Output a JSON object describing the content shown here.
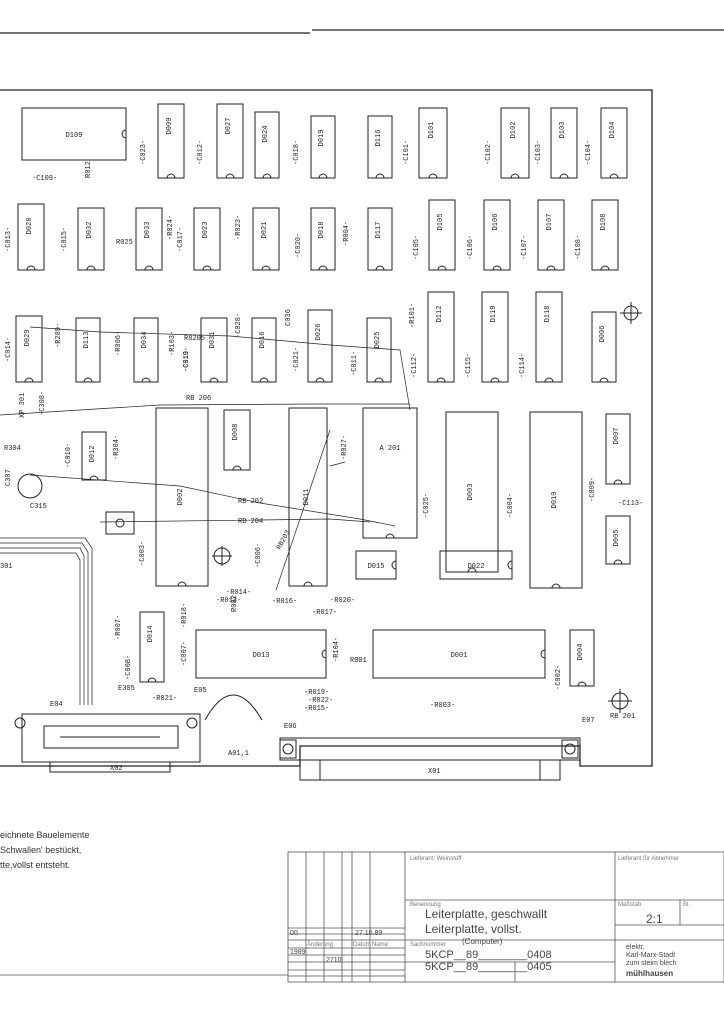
{
  "board": {
    "chips": [
      {
        "id": "D109",
        "label": "D109"
      },
      {
        "id": "D009",
        "label": "D009"
      },
      {
        "id": "D027",
        "label": "D027"
      },
      {
        "id": "D024",
        "label": "D024"
      },
      {
        "id": "D019",
        "label": "D019"
      },
      {
        "id": "D116",
        "label": "D116"
      },
      {
        "id": "D101",
        "label": "D101"
      },
      {
        "id": "D102",
        "label": "D102"
      },
      {
        "id": "D103",
        "label": "D103"
      },
      {
        "id": "D104",
        "label": "D104"
      },
      {
        "id": "D028",
        "label": "D028"
      },
      {
        "id": "D032",
        "label": "D032"
      },
      {
        "id": "D033",
        "label": "D033"
      },
      {
        "id": "D023",
        "label": "D023"
      },
      {
        "id": "D021",
        "label": "D021"
      },
      {
        "id": "D018",
        "label": "D018"
      },
      {
        "id": "D117",
        "label": "D117"
      },
      {
        "id": "D105",
        "label": "D105"
      },
      {
        "id": "D106",
        "label": "D106"
      },
      {
        "id": "D107",
        "label": "D107"
      },
      {
        "id": "D108",
        "label": "D108"
      },
      {
        "id": "D029",
        "label": "D029"
      },
      {
        "id": "D113",
        "label": "D113"
      },
      {
        "id": "D034",
        "label": "D034"
      },
      {
        "id": "D031",
        "label": "D031"
      },
      {
        "id": "D016",
        "label": "D016"
      },
      {
        "id": "D026",
        "label": "D026"
      },
      {
        "id": "D025",
        "label": "D025"
      },
      {
        "id": "D112",
        "label": "D112"
      },
      {
        "id": "D119",
        "label": "D119"
      },
      {
        "id": "D118",
        "label": "D118"
      },
      {
        "id": "D006",
        "label": "D006"
      },
      {
        "id": "D012",
        "label": "D012"
      },
      {
        "id": "D008",
        "label": "D008"
      },
      {
        "id": "D002",
        "label": "D002"
      },
      {
        "id": "D011",
        "label": "D011"
      },
      {
        "id": "A201",
        "label": "A 201"
      },
      {
        "id": "D003",
        "label": "D003"
      },
      {
        "id": "D010",
        "label": "D010"
      },
      {
        "id": "D007",
        "label": "D007"
      },
      {
        "id": "D005",
        "label": "D005"
      },
      {
        "id": "D015",
        "label": "D015"
      },
      {
        "id": "D022",
        "label": "D022"
      },
      {
        "id": "D014",
        "label": "D014"
      },
      {
        "id": "D013",
        "label": "D013"
      },
      {
        "id": "D001",
        "label": "D001"
      },
      {
        "id": "D004",
        "label": "D004"
      }
    ],
    "labels": [
      "-C109-",
      "R012",
      "-C023-",
      "-C012-",
      "-C018-",
      "-C101-",
      "-C102-",
      "-C103-",
      "-C104-",
      "-C013-",
      "-C015-",
      "R025",
      "-R024-",
      "-C017-",
      "-R023-",
      "-C020-",
      "-R004-",
      "-C105-",
      "-C106-",
      "-C107-",
      "-C108-",
      "-C014-",
      "-R289-",
      "-R006-",
      "-R103-",
      "R8205",
      "-C019-",
      "-C028-",
      "C036",
      "-C021-",
      "-C011-",
      "-R101-",
      "-C112-",
      "-C115-",
      "-C114-",
      "-C019-",
      "RB 206",
      "XP 301",
      "-C308-",
      "R304",
      "-C010-",
      "-R304-",
      "-R027-",
      "-C025-",
      "-C004-",
      "-C009-",
      "-C113-",
      "C307",
      "C315",
      "RB 202",
      "RB 204",
      "RB203",
      "-C003-",
      "-C006-",
      "-R014-",
      "-R013-",
      "-R016-",
      "-R020-",
      "R002",
      "-R017-",
      "-R007-",
      "-R018-",
      "-C007-",
      "-C008-",
      "-R019-",
      "-R022-",
      "-R015-",
      "-R021-",
      "-R104-",
      "R001",
      "-R003-",
      "-C002-",
      "E305",
      "E05",
      "E04",
      "A01,1",
      "E06",
      "E07",
      "RB 201",
      "X02",
      "X01",
      "301"
    ]
  },
  "notes": {
    "line1": "eichnete Bauelemente",
    "line2": "Schwallen' bestückt,",
    "line3": "tte,vollst entsteht."
  },
  "title_block": {
    "owner_label": "Lieferant: Weinstoff",
    "benennung_label": "Benennung",
    "title_line1": "Leiterplatte, geschwallt",
    "title_line2": "Leiterplatte, vollst.",
    "title_line3": "(Computer)",
    "sachnummer_label": "Sachnummer",
    "part_no1": "5KCP__89________0408",
    "part_no2": "5KCP__89________0405",
    "massstab_label": "Maßstab",
    "scale": "2:1",
    "sheet_label": "Bl.",
    "date_row1": "27.10.89",
    "rev_row1": "00",
    "year": "1989",
    "date_row2": "2710",
    "company_line1": "elektr.",
    "company_line2": "Karl-Marx-Stadt",
    "company_line3": "zum steim blech",
    "company_line4": "mühlhausen",
    "top_right_label": "Lieferant für Abnehmer",
    "col_aenderung": "Änderung",
    "col_datum": "Datum",
    "col_name": "Name"
  }
}
